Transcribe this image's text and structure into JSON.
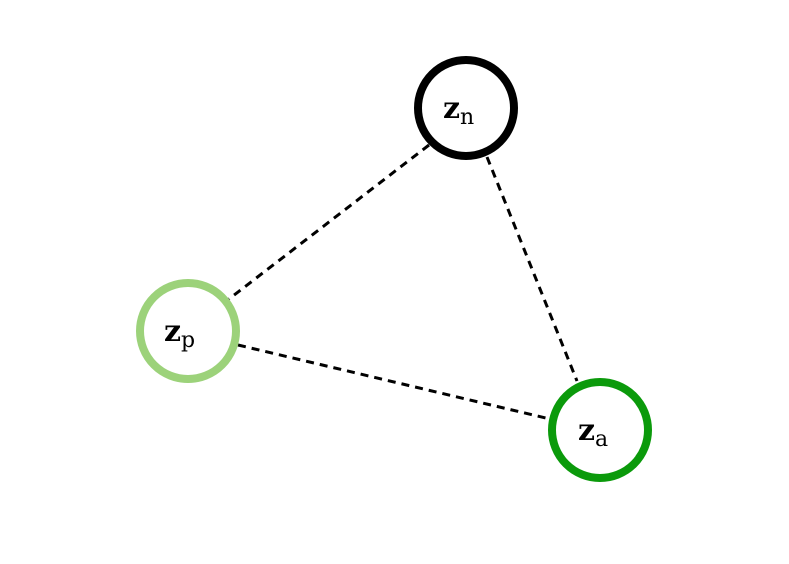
{
  "nodes": {
    "n": {
      "main": "z",
      "sub": "n",
      "color": "#000000"
    },
    "p": {
      "main": "z",
      "sub": "p",
      "color": "#9cd27a"
    },
    "a": {
      "main": "z",
      "sub": "a",
      "color": "#0b9a0b"
    }
  },
  "edges": [
    {
      "from": "n",
      "to": "p",
      "style": "dashed"
    },
    {
      "from": "n",
      "to": "a",
      "style": "dashed"
    },
    {
      "from": "p",
      "to": "a",
      "style": "dashed"
    }
  ]
}
